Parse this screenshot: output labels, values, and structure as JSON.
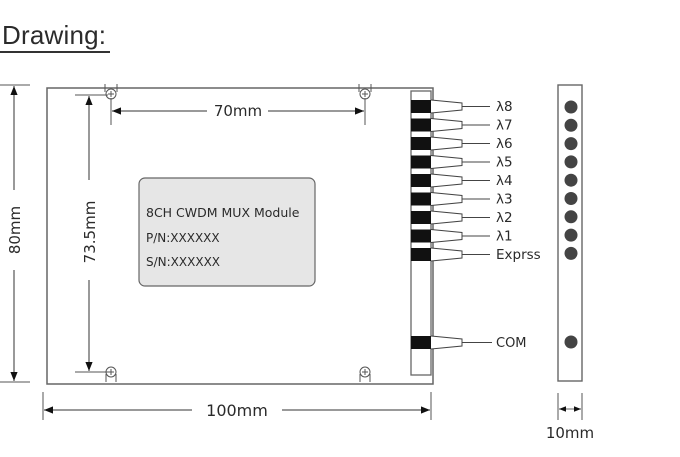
{
  "heading": "Drawing:",
  "dimensions": {
    "hole_spacing_width": "70mm",
    "hole_spacing_height": "73.5mm",
    "body_height": "80mm",
    "body_width": "100mm",
    "side_thickness": "10mm"
  },
  "label": {
    "title": "8CH CWDM MUX Module",
    "part_number": "P/N:XXXXXX",
    "serial_number": "S/N:XXXXXX"
  },
  "ports": [
    {
      "name": "λ8"
    },
    {
      "name": "λ7"
    },
    {
      "name": "λ6"
    },
    {
      "name": "λ5"
    },
    {
      "name": "λ4"
    },
    {
      "name": "λ3"
    },
    {
      "name": "λ2"
    },
    {
      "name": "λ1"
    },
    {
      "name": "Exprss"
    }
  ],
  "com_port": {
    "name": "COM"
  },
  "colors": {
    "outline": "#555555",
    "block": "#111111",
    "dot": "#444444",
    "label_fill": "#e6e6e6"
  }
}
